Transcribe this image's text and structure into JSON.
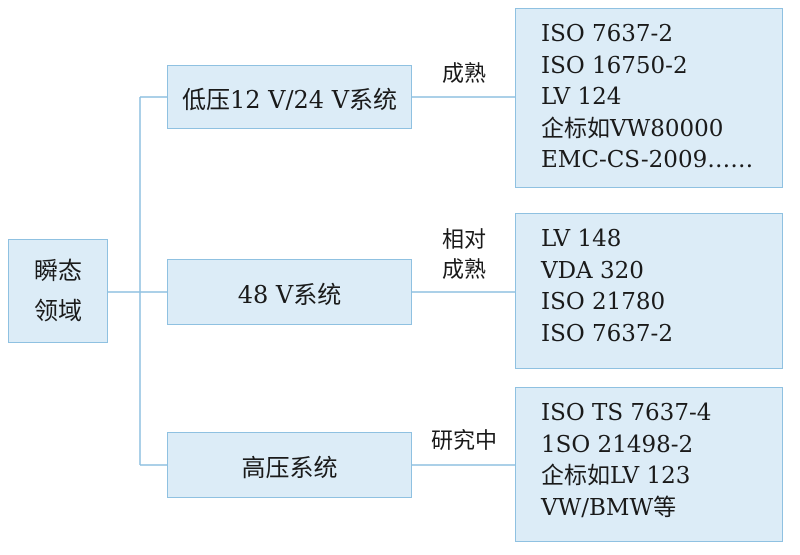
{
  "root": {
    "line1": "瞬态",
    "line2": "领域"
  },
  "branches": [
    {
      "system": "低压12 V/24 V系统",
      "status": [
        "成熟"
      ],
      "standards": [
        "ISO 7637-2",
        "ISO 16750-2",
        "LV 124",
        "企标如VW80000",
        "EMC-CS-2009……"
      ]
    },
    {
      "system": "48 V系统",
      "status": [
        "相对",
        "成熟"
      ],
      "standards": [
        "LV 148",
        "VDA 320",
        "ISO 21780",
        "ISO 7637-2"
      ]
    },
    {
      "system": "高压系统",
      "status": [
        "研究中"
      ],
      "standards": [
        "ISO TS 7637-4",
        "1SO 21498-2",
        "企标如LV 123",
        "VW/BMW等"
      ]
    }
  ],
  "colors": {
    "box_fill": "#dcecf7",
    "box_border": "#8fc1e1",
    "line": "#8fc1e1"
  }
}
